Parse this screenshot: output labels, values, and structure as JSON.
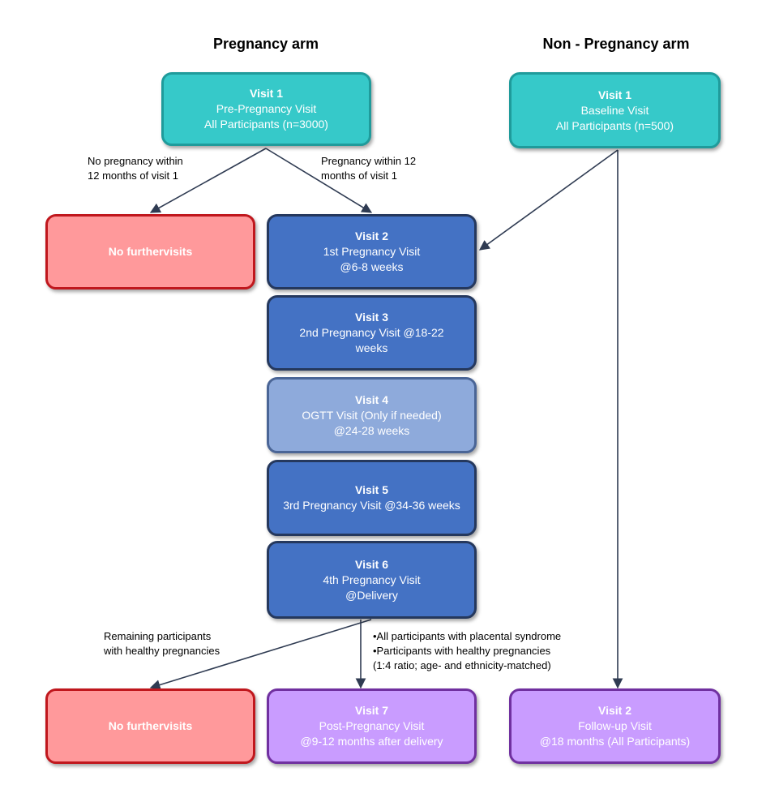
{
  "headings": {
    "pregnancy": "Pregnancy arm",
    "non_pregnancy": "Non  - Pregnancy arm"
  },
  "boxes": {
    "preg_v1": {
      "title": "Visit 1",
      "line1": "Pre-Pregnancy Visit",
      "line2": "All  Participants (n=3000)"
    },
    "nonpreg_v1": {
      "title": "Visit 1",
      "line1": "Baseline Visit",
      "line2": "All Participants (n=500)"
    },
    "no_further_top": {
      "title": "No furthervisits"
    },
    "v2": {
      "title": "Visit 2",
      "line1": "1st Pregnancy Visit",
      "line2": "@6-8 weeks"
    },
    "v3": {
      "title": "Visit 3",
      "line1": "2nd Pregnancy Visit @18-22",
      "line2": "weeks"
    },
    "v4": {
      "title": "Visit 4",
      "line1": "OGTT  Visit (Only if needed)",
      "line2": "@24-28 weeks"
    },
    "v5": {
      "title": "Visit 5",
      "line1": "3rd Pregnancy Visit @34-36 weeks"
    },
    "v6": {
      "title": "Visit 6",
      "line1": "4th Pregnancy Visit",
      "line2": "@Delivery"
    },
    "no_further_bottom": {
      "title": "No furthervisits"
    },
    "v7": {
      "title": "Visit 7",
      "line1": "Post-Pregnancy Visit",
      "line2": "@9-12 months after delivery"
    },
    "nonpreg_v2": {
      "title": "Visit 2",
      "line1": "Follow-up Visit",
      "line2": "@18 months (All Participants)"
    }
  },
  "labels": {
    "no_pregnancy": [
      "No pregnancy within",
      "12 months of visit 1"
    ],
    "pregnancy_within": [
      "Pregnancy within 12",
      "months of visit 1"
    ],
    "remaining": [
      "Remaining  participants",
      "with healthy pregnancies"
    ],
    "placental": [
      "•All participants with placental syndrome",
      "•Participants with healthy pregnancies",
      "(1:4 ratio; age- and ethnicity-matched)"
    ]
  },
  "colors": {
    "teal": "#36c9c9",
    "red": "#ff999b",
    "blue": "#4472c4",
    "light_blue": "#8eaadb",
    "purple": "#c99cff",
    "arrow": "#2f3b52"
  }
}
